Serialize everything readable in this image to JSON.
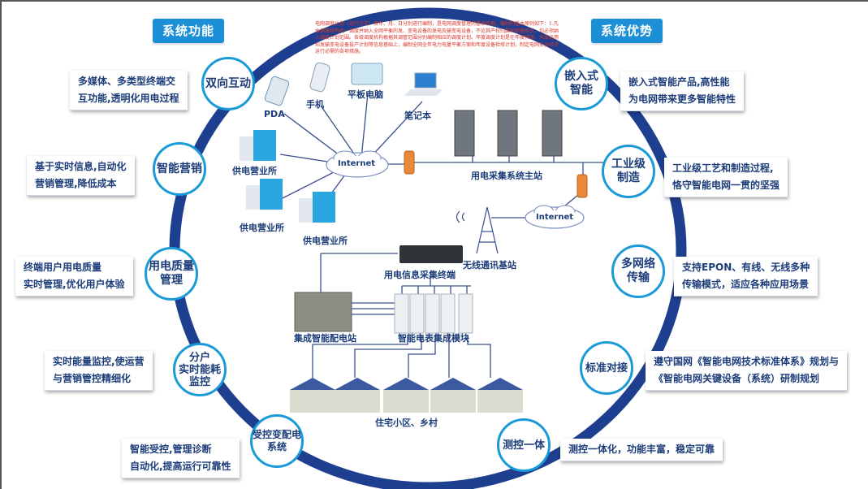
{
  "note_text": "电网调度计划（运行方式）按年、月、日分别进行编制，是电网调度管理的基本依据。编制的基本原则如下：1.凡由调度机构统一调度并纳入全网平衡的发、变电设备的发电及输变电设备，不论其产权归属和管理形式，均必须纳入调度计划范围。各级调度机构根据其调管范围分别编制相应的调度计划。年度调度计划是在年度预测、水库运用和发输变电设备投产计划等信息基础上，编制全网全年电力电量平衡方案和年度设备检修计划，制定电网安全经济运行必需的各项措施。",
  "colors": {
    "ring": "#1e3f8f",
    "node_border": "#1a9ad6",
    "title_bg": "#1d8fd6",
    "text": "#1d3d7a",
    "note": "#d9362b"
  },
  "left": {
    "title": "系统功能",
    "items": [
      {
        "node": "双向互动",
        "desc": "多媒体、多类型终端交\n互功能,透明化用电过程"
      },
      {
        "node": "智能营销",
        "desc": "基于实时信息,自动化\n营销管理,降低成本"
      },
      {
        "node": "用电质量\n管理",
        "desc": "终端用户用电质量\n实时管理,优化用户体验"
      },
      {
        "node": "分户\n实时能耗\n监控",
        "desc": "实时能量监控,使运营\n与营销管控精细化"
      },
      {
        "node": "受控变配电\n系统",
        "desc": "智能受控,管理诊断\n自动化,提高运行可靠性"
      }
    ]
  },
  "right": {
    "title": "系统优势",
    "items": [
      {
        "node": "嵌入式\n智能",
        "desc": "嵌入式智能产品,高性能\n为电网带来更多智能特性"
      },
      {
        "node": "工业级\n制造",
        "desc": "工业级工艺和制造过程,\n恪守智能电网一贯的坚强"
      },
      {
        "node": "多网络\n传输",
        "desc": "支持EPON、有线、无线多种\n传输模式，适应各种应用场景"
      },
      {
        "node": "标准对接",
        "desc": "遵守国网《智能电网技术标准体系》规划与\n《智能电网关键设备（系统）研制规划"
      },
      {
        "node": "测控一体",
        "desc": "测控一体化，功能丰富，稳定可靠"
      }
    ]
  },
  "network": {
    "devices": [
      "PDA",
      "手机",
      "平板电脑",
      "笔记本"
    ],
    "offices": [
      "供电营业所",
      "供电营业所",
      "供电营业所"
    ],
    "internet": "Internet",
    "internet2": "Internet",
    "master_station": "用电采集系统主站",
    "base_station": "无线通讯基站",
    "terminal": "用电信息采集终端",
    "substation": "集成智能配电站",
    "meters": "智能电表集成模块",
    "residential": "住宅小区、乡村"
  }
}
